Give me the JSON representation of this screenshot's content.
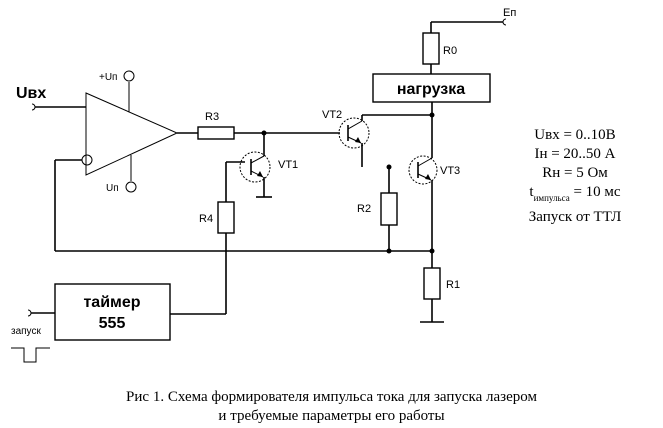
{
  "labels": {
    "u_in": "Uвх",
    "plus_supply": "+Uп",
    "minus_supply": "Uп",
    "r3": "R3",
    "r4": "R4",
    "r0": "R0",
    "r1": "R1",
    "r2": "R2",
    "vt1": "VT1",
    "vt2": "VT2",
    "vt3": "VT3",
    "supply_top": "Eп",
    "load": "нагрузка",
    "timer_line1": "таймер",
    "timer_line2": "555",
    "trigger": "запуск"
  },
  "parameters": {
    "u_in": "Uвх = 0..10В",
    "i_load": "Iн = 20..50 А",
    "r_load": "Rн = 5 Ом",
    "t_symbol": "t",
    "t_subscript": "импульса",
    "t_value": " = 10 мс",
    "trigger": "Запуск от ТТЛ"
  },
  "caption": {
    "line1": "Рис 1. Схема формирователя импульса тока для запуска лазером",
    "line2": "и требуемые параметры его работы"
  }
}
